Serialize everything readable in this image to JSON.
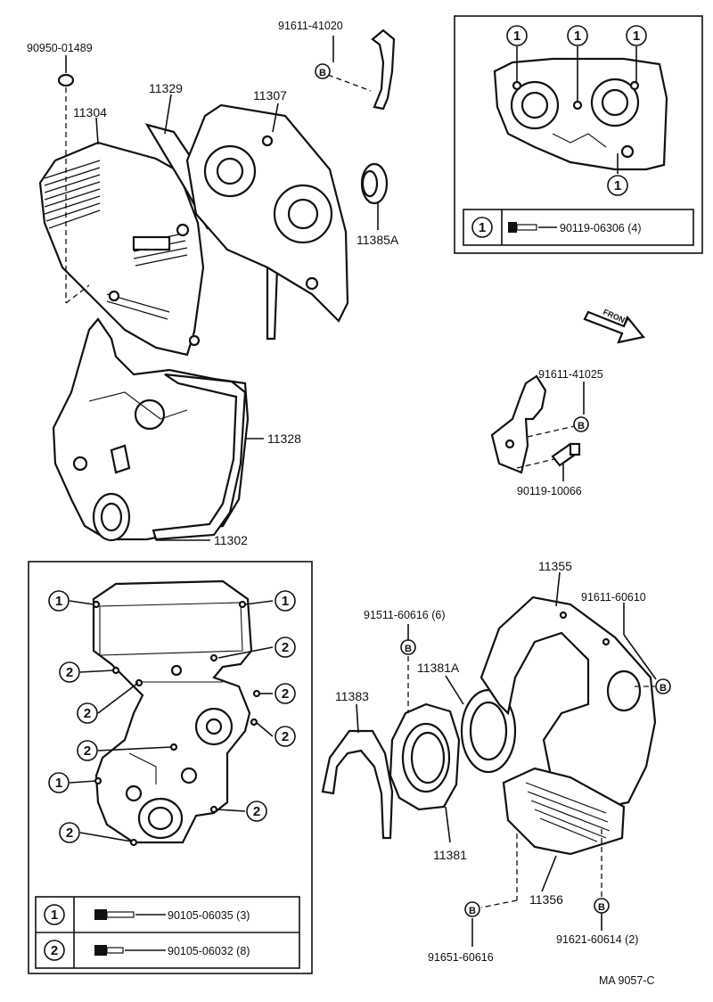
{
  "callouts": {
    "p90950": "90950-01489",
    "p91611_41020": "91611-41020",
    "p11329": "11329",
    "p11304": "11304",
    "p11307": "11307",
    "p11385A": "11385A",
    "p11328": "11328",
    "p11302": "11302",
    "p91611_41025": "91611-41025",
    "p90119_10066": "90119-10066",
    "p11355": "11355",
    "p91611_60610": "91611-60610",
    "p91511": "91511-60616 (6)",
    "p11381A": "11381A",
    "p11383": "11383",
    "p11381": "11381",
    "p11356": "11356",
    "p91651": "91651-60616",
    "p91621": "91621-60614 (2)",
    "front": "FRONT",
    "drawing_code": "MA 9057-C"
  },
  "markers": {
    "circle_one": "1",
    "circle_two": "2",
    "circle_b": "B"
  },
  "top_right_box": {
    "legend_part": "90119-06306 (4)"
  },
  "bottom_left_box": {
    "legend_row1_part": "90105-06035 (3)",
    "legend_row2_part": "90105-06032 (8)"
  }
}
